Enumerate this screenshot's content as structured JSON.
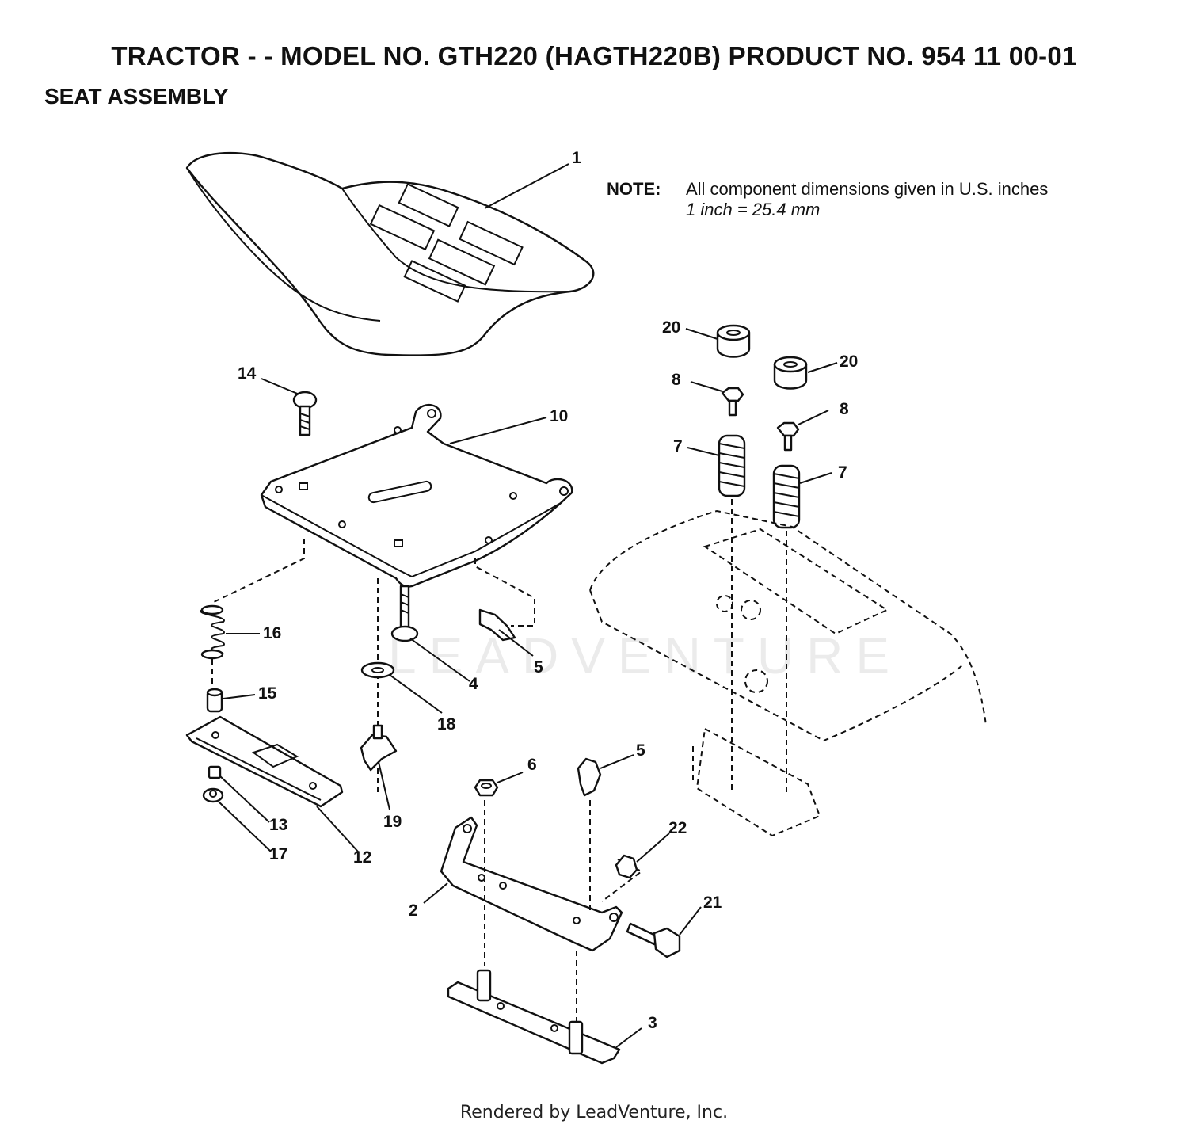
{
  "title": "TRACTOR - - MODEL NO. GTH220 (HAGTH220B) PRODUCT NO. 954 11 00-01",
  "subtitle": "SEAT ASSEMBLY",
  "note": {
    "label": "NOTE:",
    "line1": "All component dimensions given in U.S. inches",
    "line2": "1 inch = 25.4 mm"
  },
  "callouts": {
    "c1": "1",
    "c2": "2",
    "c3": "3",
    "c4": "4",
    "c5a": "5",
    "c5b": "5",
    "c6": "6",
    "c7a": "7",
    "c7b": "7",
    "c8a": "8",
    "c8b": "8",
    "c10": "10",
    "c12": "12",
    "c13": "13",
    "c14": "14",
    "c15": "15",
    "c16": "16",
    "c17": "17",
    "c18": "18",
    "c19": "19",
    "c20a": "20",
    "c20b": "20",
    "c21": "21",
    "c22": "22"
  },
  "watermark": "LEADVENTURE",
  "footer": "Rendered by LeadVenture, Inc."
}
